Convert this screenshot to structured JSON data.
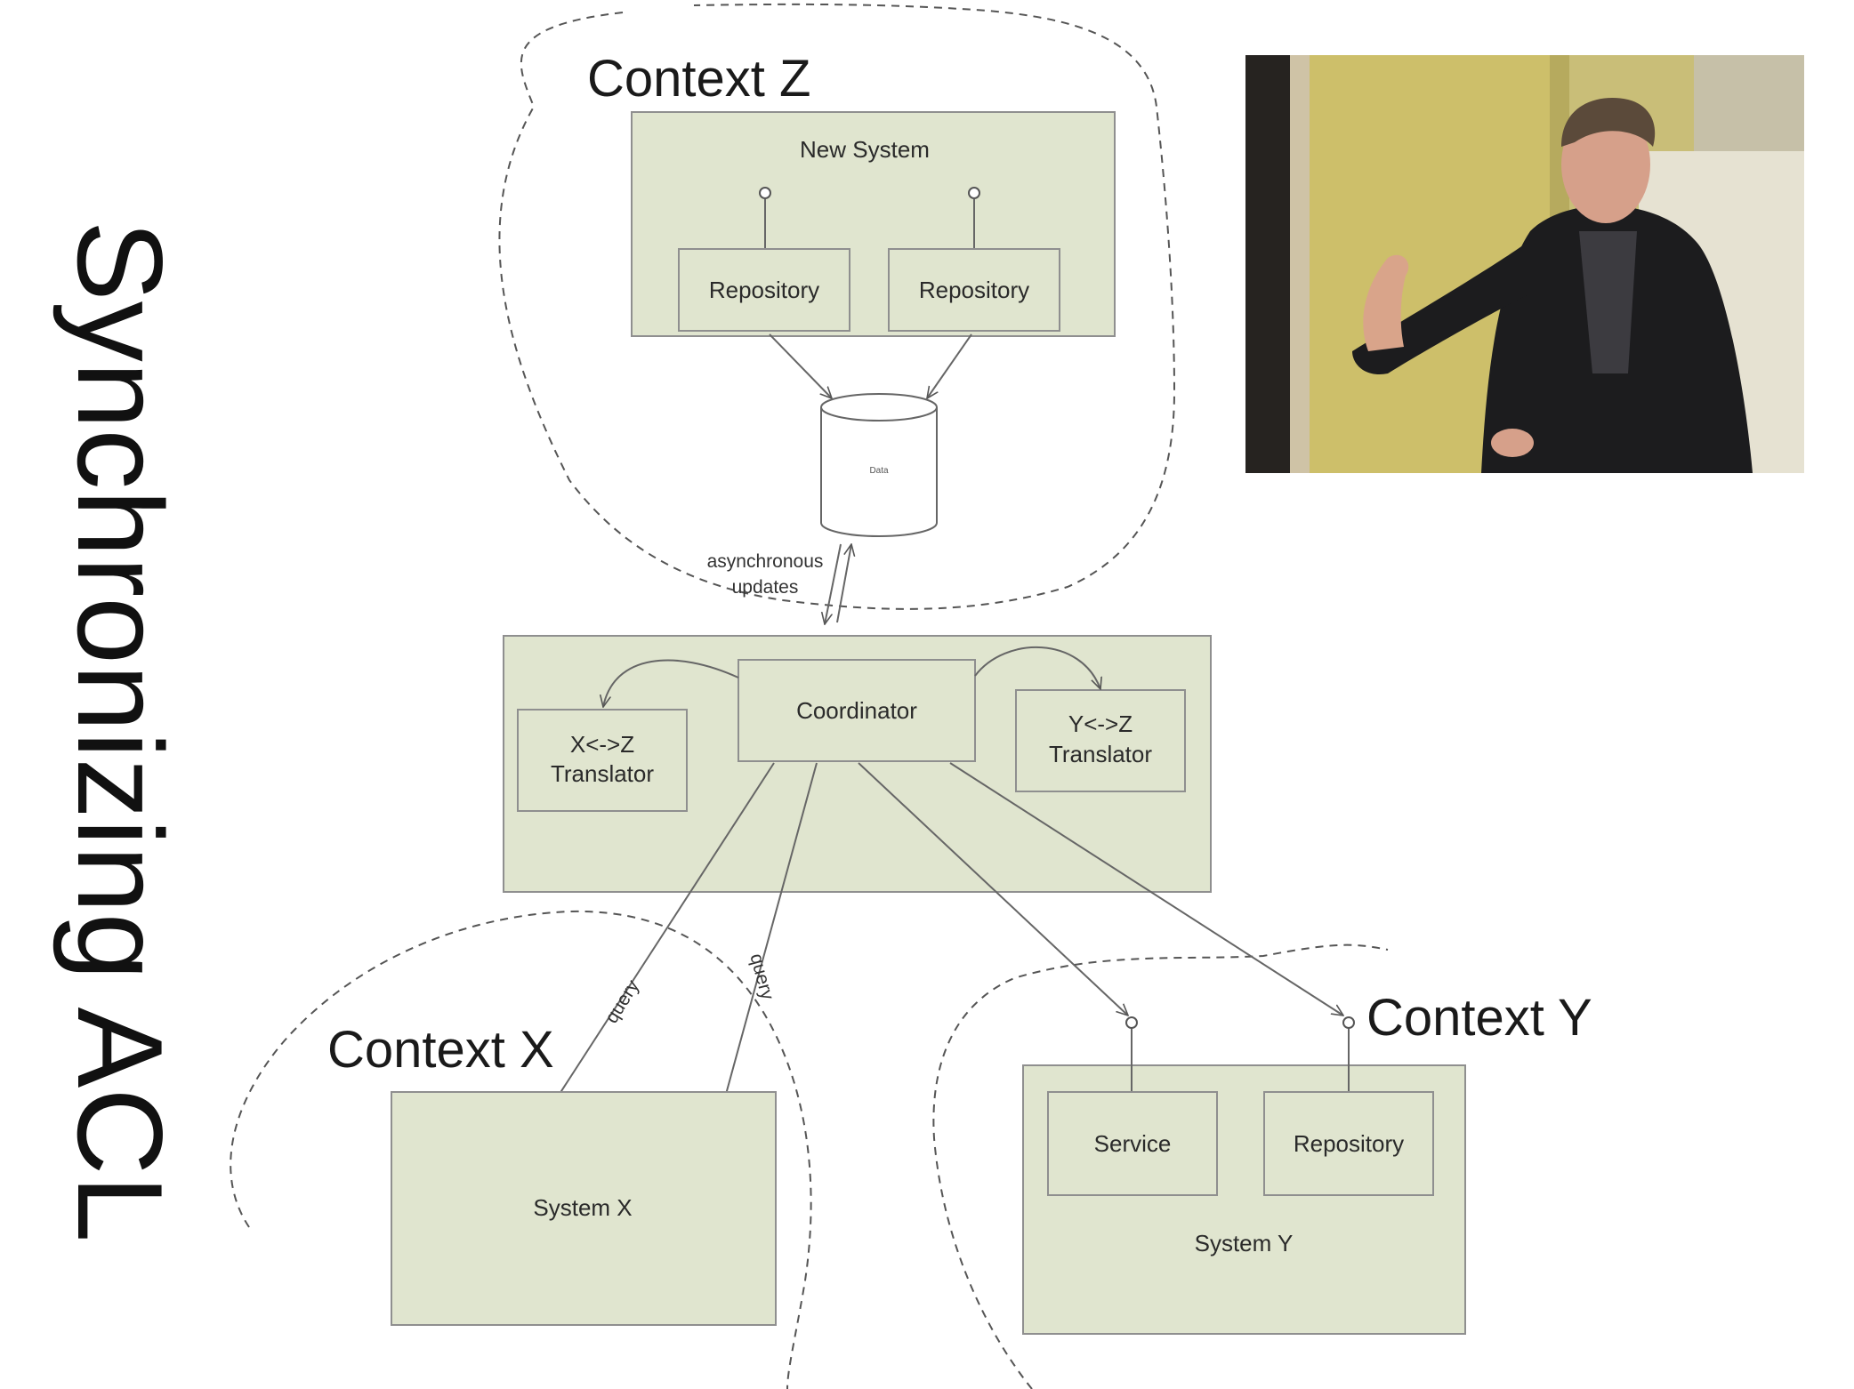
{
  "slide": {
    "title": "Synchronizing ACL"
  },
  "diagram": {
    "contexts": {
      "z": "Context Z",
      "x": "Context X",
      "y": "Context Y"
    },
    "new_system": {
      "title": "New System",
      "repository_left": "Repository",
      "repository_right": "Repository",
      "data_store": "Data"
    },
    "async_label": {
      "line1": "asynchronous",
      "line2": "updates"
    },
    "acl": {
      "coordinator": "Coordinator",
      "xz_translator_line1": "X<->Z",
      "xz_translator_line2": "Translator",
      "yz_translator_line1": "Y<->Z",
      "yz_translator_line2": "Translator"
    },
    "query_labels": [
      "query",
      "query"
    ],
    "system_x": {
      "title": "System X"
    },
    "system_y": {
      "title": "System Y",
      "service": "Service",
      "repository": "Repository"
    }
  },
  "colors": {
    "box_fill": "#e0e5cf",
    "box_stroke": "#8f8f8f",
    "line": "#666666",
    "text": "#1a1a1a"
  }
}
